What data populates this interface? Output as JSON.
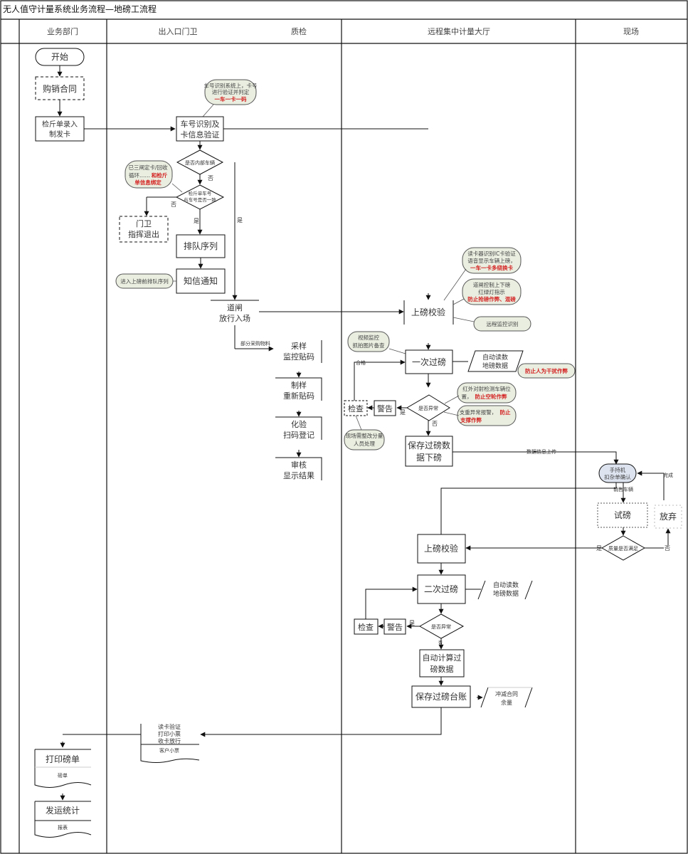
{
  "title": "无人值守计量系统业务流程—地磅工流程",
  "lanes": [
    "业务部门",
    "出入口门卫",
    "质检",
    "远程集中计量大厅",
    "现场"
  ],
  "colors": {
    "note_fill": "#e9eee0",
    "note_stroke": "#555555",
    "warning_text": "#d42020",
    "rounded_blue": "#dde4f0",
    "line": "#111111"
  },
  "nodes": {
    "start": "开始",
    "contract": "购销合同",
    "card_issue": [
      "检斤单录入",
      "制发卡"
    ],
    "plate_verify": [
      "车号识别及",
      "卡信息验证"
    ],
    "is_internal": "是否内部车辆",
    "plate_match": [
      "检斤单车号",
      "与车号是否一致"
    ],
    "guard_exit": [
      "门卫",
      "指挥退出"
    ],
    "queue": "排队序列",
    "sms": "知信通知",
    "gate_release": [
      "道闸",
      "放行入场"
    ],
    "sampling": [
      "采样",
      "监控贴码"
    ],
    "sample_prep": [
      "制样",
      "重新贴码"
    ],
    "assay": [
      "化验",
      "扫码登记"
    ],
    "review": [
      "审核",
      "显示结果"
    ],
    "scale_check_1": "上磅校验",
    "first_weigh": "一次过磅",
    "auto_read_1": [
      "自动读数",
      "地磅数据"
    ],
    "abnormal_1": "是否异常",
    "warn_1": "警告",
    "inspect_1": "检查",
    "save_weigh": [
      "保存过磅数",
      "据下磅"
    ],
    "manual_confirm": [
      "手持机",
      "扣杂单确认"
    ],
    "trial_unload": "试磅",
    "abandon": "放弃",
    "satisfied": "质量是否满足",
    "scale_check_2": "上磅校验",
    "second_weigh": "二次过磅",
    "auto_read_2": [
      "自动读数",
      "地磅数据"
    ],
    "abnormal_2": "是否异常",
    "warn_2": "警告",
    "inspect_2": "检查",
    "auto_calc": [
      "自动计算过",
      "磅数据"
    ],
    "save_ledger": "保存过磅台账",
    "offset_contract": [
      "冲减合同",
      "余量"
    ],
    "card_receipt": [
      "读卡验证",
      "打印小票",
      "收卡放行"
    ],
    "card_receipt_doc": "客户小票",
    "print_slip": "打印磅单",
    "print_slip_doc": "磅单",
    "stats": "发运统计",
    "stats_doc": "报表"
  },
  "notes": {
    "plate_note": {
      "lines": [
        "车号识别系统上，卡号",
        "进行验证并判定"
      ],
      "red": "一车一卡一码"
    },
    "card_note": {
      "lines": [
        "已三闸定卡/回收"
      ],
      "mixed": "循环……",
      "red_tail": "和检斤",
      "red": "单信息绑定"
    },
    "queue_note": {
      "lines": [
        "进入上磅前排队序列"
      ]
    },
    "scale_note_1": {
      "lines": [
        "读卡器识别IC卡验证",
        "语音显示车辆上磅，"
      ],
      "red": "一车一卡多绕换卡"
    },
    "scale_note_2": {
      "lines": [
        "道闸控制上下磅",
        "红绿灯指示"
      ],
      "red": "防止抢磅作弊、混磅"
    },
    "scale_note_3": {
      "lines": [
        "远程监控识别"
      ]
    },
    "weigh_note": {
      "lines": [
        "视频监控",
        "抓拍图片备查"
      ]
    },
    "anti_cheat": {
      "red": "防止人为干扰作弊"
    },
    "infrared_note": {
      "lines": [
        "红外对射检测车辆位"
      ],
      "mixed": "置，",
      "red": "防止空轮作弊"
    },
    "weight_note": {
      "lines": [
        "支重异常报警，"
      ],
      "red_tail": "防止",
      "red": "支撑作弊"
    },
    "inspect_note": {
      "lines": [
        "现场需整改分量",
        "人员处理"
      ]
    }
  },
  "labels": {
    "yes": "是",
    "no": "否",
    "pass": "合格",
    "partial_purchase": "部分采购物料",
    "data_upload": "数据信息上传",
    "sales_vehicle": "销售车辆",
    "complete": "完成"
  }
}
